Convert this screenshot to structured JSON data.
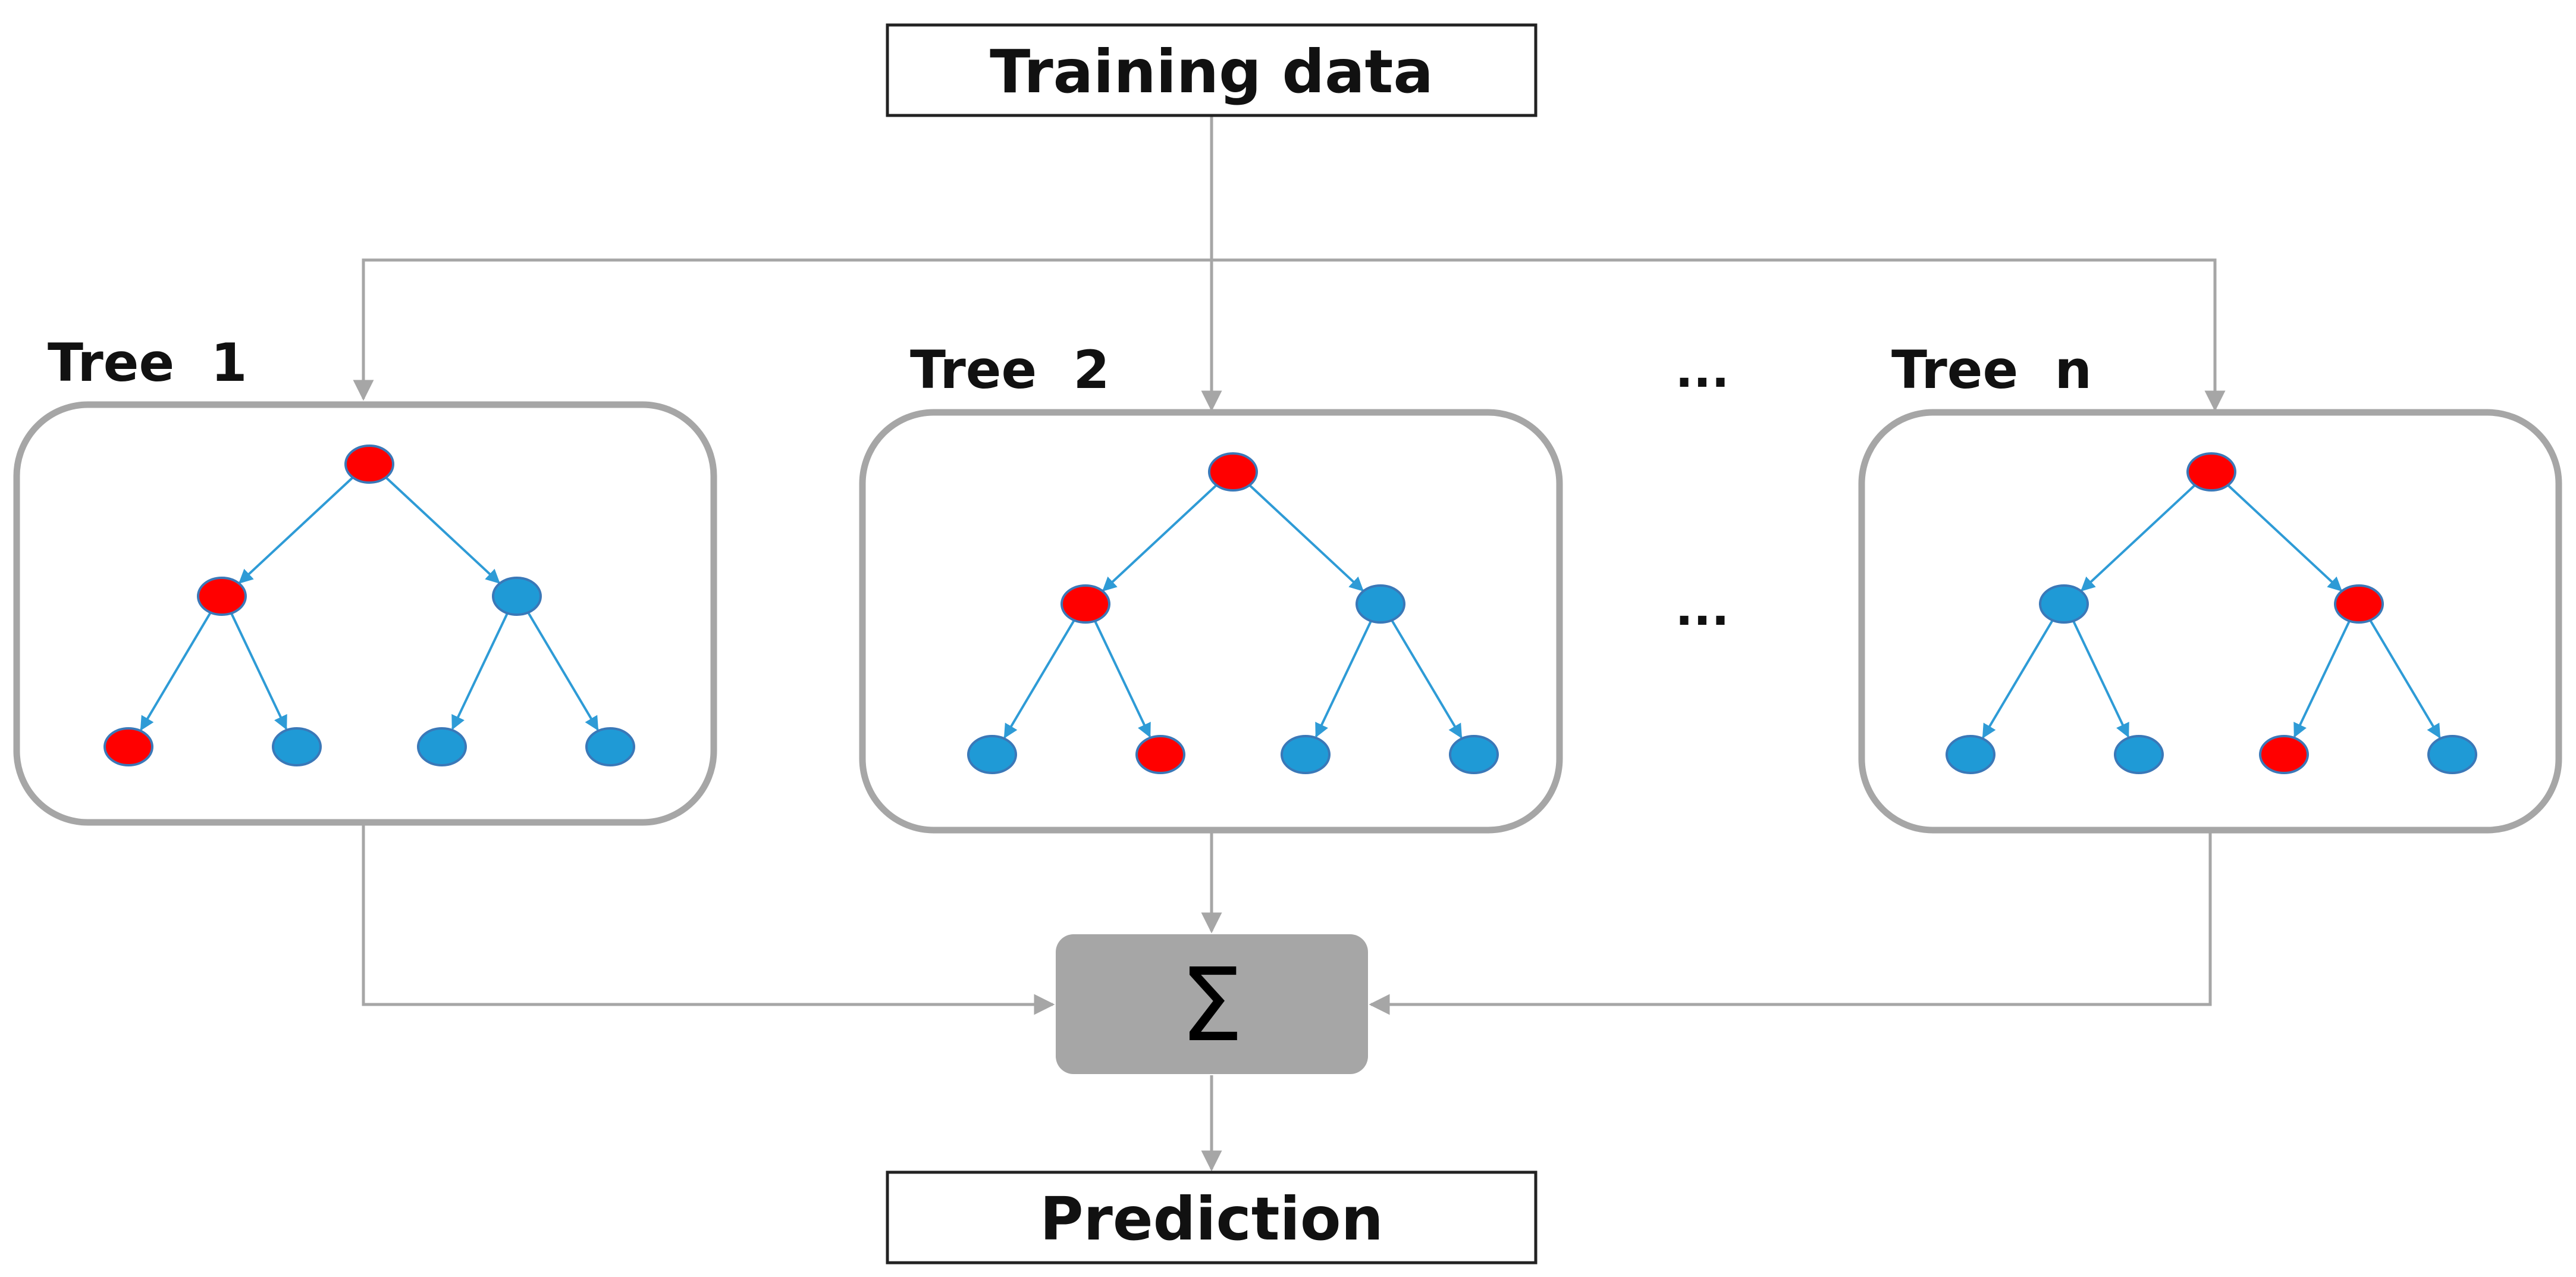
{
  "top_box": {
    "label": "Training data"
  },
  "bottom_box": {
    "label": "Prediction"
  },
  "aggregator": {
    "symbol": "Σ"
  },
  "ellipsis": "...",
  "trees": [
    {
      "title": "Tree  1",
      "node_colors": [
        "red",
        "red",
        "blue",
        "red",
        "blue",
        "blue",
        "blue"
      ]
    },
    {
      "title": "Tree  2",
      "node_colors": [
        "red",
        "red",
        "blue",
        "blue",
        "red",
        "blue",
        "blue"
      ]
    },
    {
      "title": "Tree  n",
      "node_colors": [
        "red",
        "blue",
        "red",
        "blue",
        "blue",
        "red",
        "blue"
      ]
    }
  ],
  "colors": {
    "red": "#ff0000",
    "blue": "#1f9ad6",
    "node_stroke": "#3a78b8",
    "edge": "#2e9bd6",
    "connector": "#a6a6a6",
    "panel_border": "#a6a6a6",
    "aggregator_fill": "#a6a6a6"
  }
}
